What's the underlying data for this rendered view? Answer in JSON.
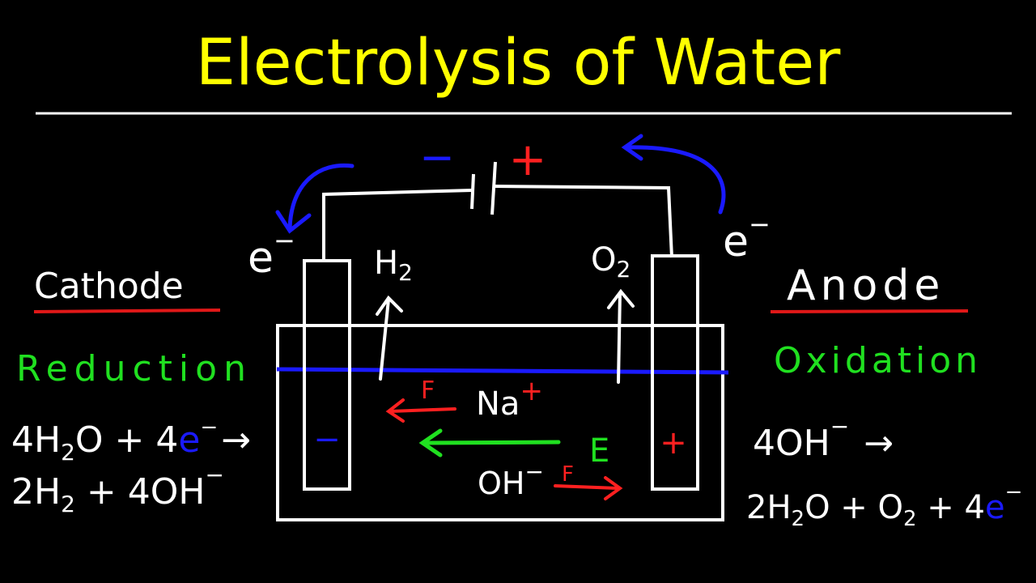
{
  "title": "Electrolysis of Water",
  "battery": {
    "negative": "−",
    "positive": "+"
  },
  "electrons": {
    "left": "e",
    "right": "e",
    "charge": "−"
  },
  "gases": {
    "left": {
      "base": "H",
      "sub": "2"
    },
    "right": {
      "base": "O",
      "sub": "2"
    }
  },
  "cathode": {
    "label": "Cathode",
    "process": "Reduction",
    "electrode_sign": "−",
    "eq_line1": {
      "part1": "4H",
      "sub": "2",
      "part2": "O + 4",
      "e": "e",
      "sup": "−",
      "arrow": "→"
    },
    "eq_line2": {
      "part1": "2H",
      "sub": "2",
      "part2": " + 4OH",
      "sup": "−"
    }
  },
  "anode": {
    "label": "Anode",
    "process": "Oxidation",
    "electrode_sign": "+",
    "eq_line1": {
      "part1": "4OH",
      "sup": "−",
      "arrow": "→"
    },
    "eq_line2": {
      "part1": "2H",
      "sub": "2",
      "part2": "O + O",
      "sub2": "2",
      "part3": " + 4",
      "e": "e",
      "sup": "−"
    }
  },
  "ions": {
    "cation": {
      "base": "Na",
      "charge": "+"
    },
    "anion": {
      "base": "OH",
      "charge": "−"
    },
    "force_label": "F",
    "field_label": "E"
  },
  "colors": {
    "title": "#ffff00",
    "chalk": "#ffffff",
    "electron_flow": "#1a1aff",
    "underline": "#e01818",
    "process": "#20e020",
    "force": "#ff2020",
    "field": "#20e020"
  }
}
